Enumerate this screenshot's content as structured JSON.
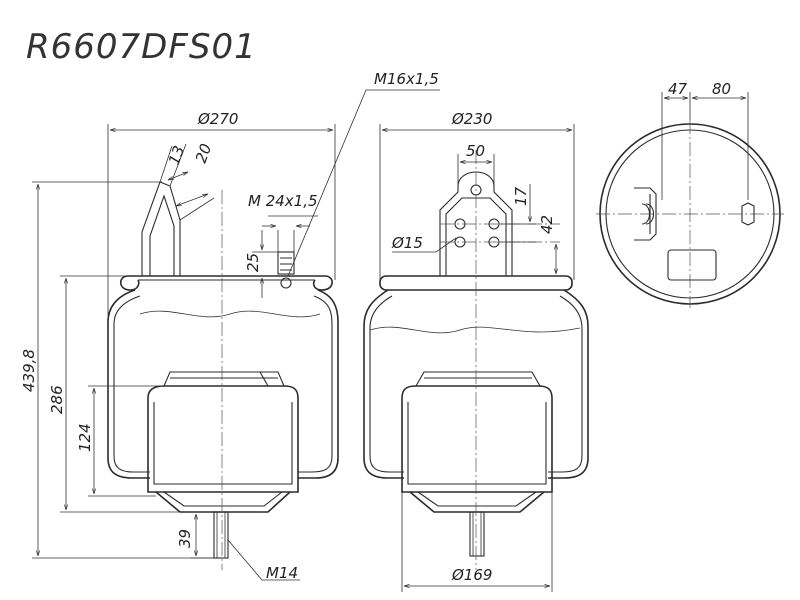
{
  "title": "R6607DFS01",
  "dimensions": {
    "d270": "Ø270",
    "d230": "Ø230",
    "d169": "Ø169",
    "d15": "Ø15",
    "m16": "M16x1,5",
    "m24": "M 24x1,5",
    "m14": "M14",
    "h439": "439,8",
    "h286": "286",
    "h124": "124",
    "h39": "39",
    "h25": "25",
    "w50": "50",
    "h17": "17",
    "h42": "42",
    "a13": "13",
    "a20": "20",
    "w47": "47",
    "w80": "80"
  }
}
